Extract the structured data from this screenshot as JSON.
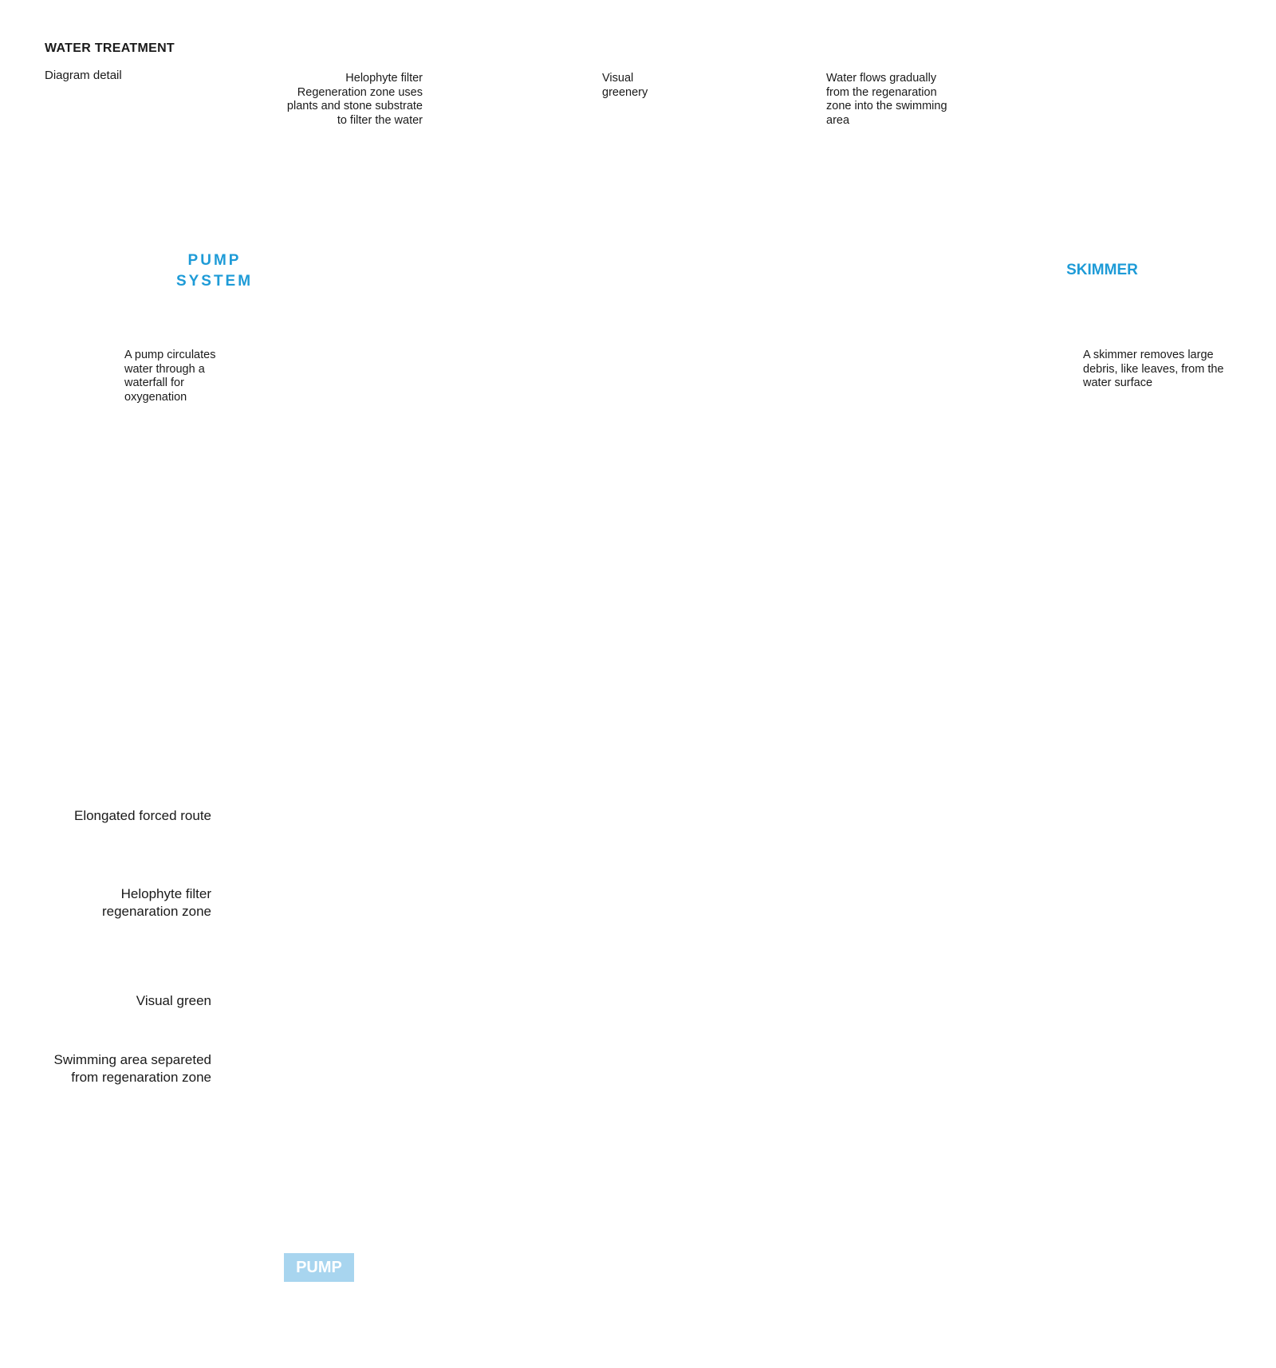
{
  "header": {
    "title": "WATER TREATMENT",
    "subtitle": "Diagram detail"
  },
  "section": {
    "annotations": {
      "helophyte": "Helophyte filter\nRegeneration zone uses\nplants and stone substrate\nto filter the water",
      "visual_greenery": "Visual\ngreenery",
      "water_flows": "Water flows gradually\nfrom the regenaration\nzone into the swimming\narea",
      "pump_note": "A pump circulates\nwater through a\nwaterfall for\noxygenation",
      "skimmer_note": "A skimmer removes large\ndebris, like leaves, from the\nwater surface"
    },
    "pump_box": "PUMP\nSYSTEM",
    "skimmer_box": "SKIMMER"
  },
  "plan": {
    "labels": {
      "elongated_route": "Elongated forced route",
      "helophyte_zone": "Helophyte filter\nregenaration zone",
      "visual_green": "Visual green",
      "swimming_area": "Swimming area separeted\nfrom regenaration zone"
    },
    "pump_label": "PUMP"
  },
  "colors": {
    "flow_orange": "#e8542a",
    "flow_blue": "#3aa7e0",
    "water": "#d3ebf4",
    "pipe": "#6bc1e6",
    "label_blue": "#1e9bd7",
    "green_dots": "#3cb54a"
  }
}
